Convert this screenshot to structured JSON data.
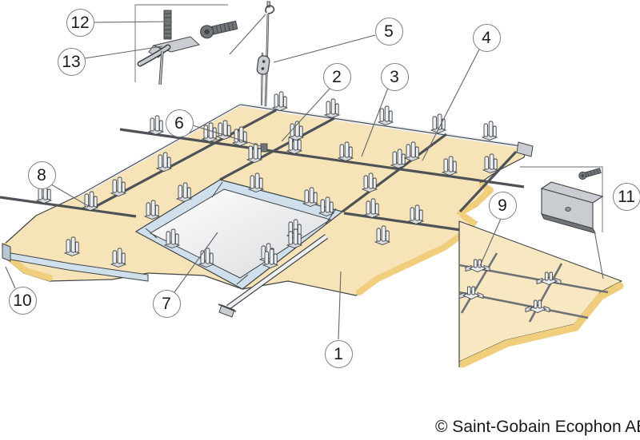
{
  "copyright": {
    "text": "© Saint-Gobain Ecophon AB"
  },
  "callouts": [
    {
      "number": "1"
    },
    {
      "number": "2"
    },
    {
      "number": "3"
    },
    {
      "number": "4"
    },
    {
      "number": "5"
    },
    {
      "number": "6"
    },
    {
      "number": "7"
    },
    {
      "number": "8"
    },
    {
      "number": "9"
    },
    {
      "number": "10"
    },
    {
      "number": "11"
    },
    {
      "number": "12"
    },
    {
      "number": "13"
    }
  ],
  "colors": {
    "background": "#FFFFFF",
    "text": "#1A1A1A",
    "callout_border": "#808080",
    "inset_border": "#9A9EA2",
    "tile": "#F6E4B8",
    "tile_light": "#F7E8C2",
    "fold": "#F0CE7C",
    "rail": "#4E5257",
    "rail_light": "#ECEFF1",
    "channel": "#CFE0EC",
    "channel_dark": "#B9C6D2",
    "metal": "#C9CDD2",
    "metal_dark": "#70757A",
    "outline": "#3F4347",
    "leader": "#63676B",
    "panel_top": "#FFFFFF",
    "panel_bottom": "#D8DBDD"
  }
}
